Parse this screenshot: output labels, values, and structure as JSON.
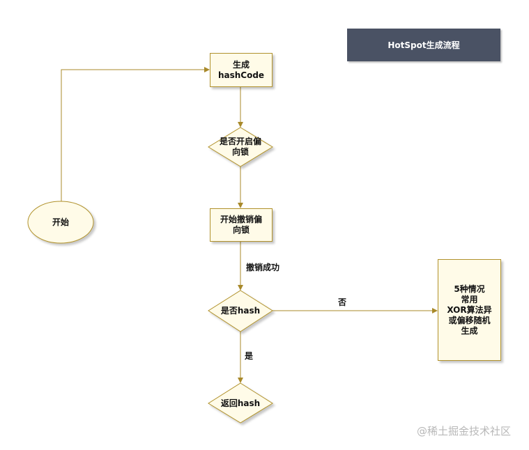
{
  "title": "HotSpot生成流程",
  "nodes": {
    "start": "开始",
    "generate": "生成\nhashCode",
    "biased_enabled": "是否开启偏\n向锁",
    "revoke_biased": "开始撤销偏\n向锁",
    "is_hash": "是否hash",
    "return_hash": "返回hash",
    "five_cases": "5种情况\n常用\nXOR算法异\n或偏移随机\n生成"
  },
  "edge_labels": {
    "revoke_success": "撤销成功",
    "no": "否",
    "yes": "是"
  },
  "watermark": "@稀土掘金技术社区",
  "colors": {
    "line": "#a8892a",
    "fill": "#fffbe8",
    "banner": "#4a5264"
  }
}
